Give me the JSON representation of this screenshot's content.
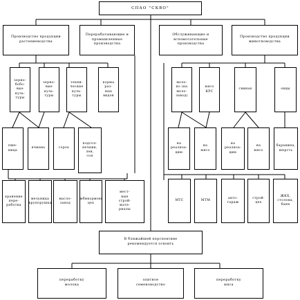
{
  "title": "СПАО \"СКВО\"",
  "groups": {
    "crop": "Производство продукции растениеводства",
    "processing": "Перерабатывающие и промышленные производства",
    "service": "Обслуживающие и вспомогательные производства",
    "livestock": "Производство продукции животноводства"
  },
  "crop_branches": {
    "grain_legumes": "зерно-\nбобо-\nвые\nкуль-\nтуры",
    "grain": "зерно-\nвые\nкуль-\nтуры",
    "technical": "техни-\nческие\nкуль-\nтуры",
    "fodder": "корма\nраз-\nных\nвидов"
  },
  "crop_products": {
    "wheat": "пше-\nница",
    "barley": "ячмень",
    "peas": "горох",
    "sunflower": "подсол-\nнечник,\nлен,\nсоя"
  },
  "processing_units": {
    "storage": "хранение\nпере-\nработка",
    "mill": "мельница\nкрупорушка",
    "oil": "масло-\nзавод",
    "feed": "комбикормовый\nцех",
    "materials": "мест-\nные\nстрой-\nмате-\nриалы"
  },
  "livestock_branches": {
    "dairy": "моло-\nко (на\nмоло-\nзавод)",
    "cattle": "мясо\nКРС",
    "pigs": "свиньи",
    "sheep": "овцы"
  },
  "livestock_products": {
    "milk": "на\nреализа-\nцию",
    "meat_cattle": "на\nмясо",
    "piglets": "на\nреализа-\nцию",
    "meat_pigs": "на\nмясо",
    "lamb_wool": "баранина,\nшерсть"
  },
  "service_units": {
    "mts": "МТС",
    "mtm": "МТМ",
    "garage": "авто-\nгараж",
    "construction": "строй-\nцех",
    "housing": "ЖКХ,\nстолова,\nбаня"
  },
  "recommendation": "В ближайшей перспективе\nрекомендуется освоить",
  "future": {
    "milk_processing": "переработку\nмолока",
    "seed_production": "элитное\nсеменоводство",
    "meat_processing": "переработку\nмяса"
  }
}
